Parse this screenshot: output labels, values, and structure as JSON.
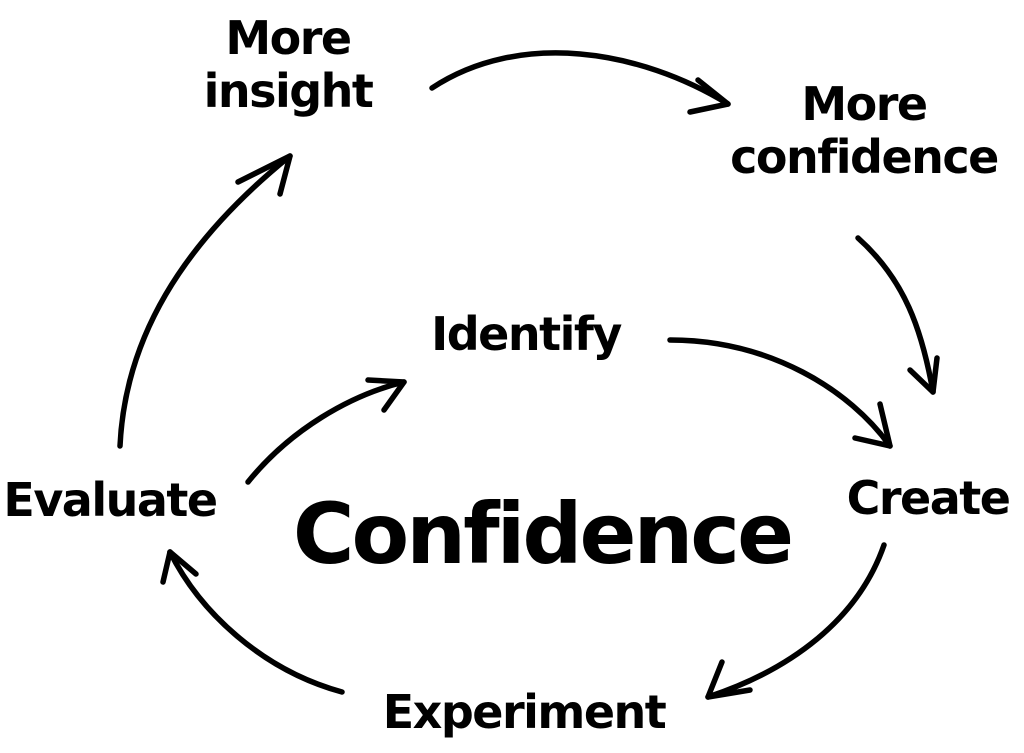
{
  "diagram": {
    "center_label": "Confidence",
    "nodes": {
      "more_insight": [
        "More",
        "insight"
      ],
      "more_confidence": [
        "More",
        "confidence"
      ],
      "identify": "Identify",
      "create": "Create",
      "experiment": "Experiment",
      "evaluate": "Evaluate"
    }
  }
}
